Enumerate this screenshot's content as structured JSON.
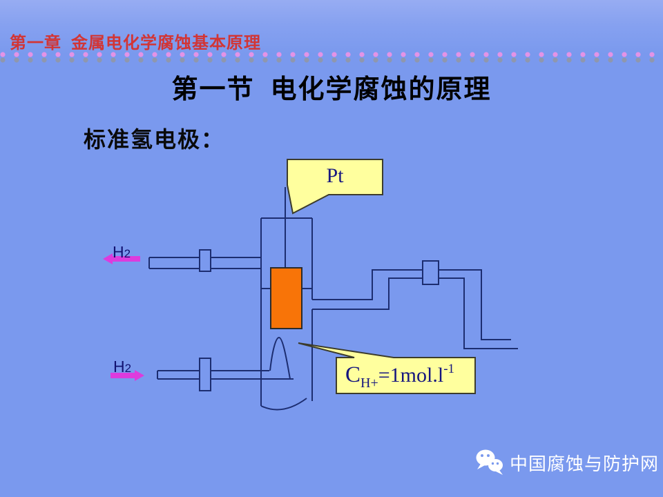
{
  "slide": {
    "header": {
      "text": "第一章  金属电化学腐蚀基本原理"
    },
    "title": "第一节  电化学腐蚀的原理",
    "subtitle": "标准氢电极：",
    "diagram": {
      "pt_callout": "Pt",
      "concentration_callout": {
        "main": "C",
        "sub": "H+",
        "mid": "=1mol.l",
        "sup": "-1"
      },
      "h2_top": {
        "symbol": "H",
        "subscript": "2"
      },
      "h2_bottom": {
        "symbol": "H",
        "subscript": "2"
      }
    },
    "footer": {
      "icon": "wechat",
      "brand": "中国腐蚀与防护网"
    },
    "colors": {
      "bg": "#7a99ee",
      "bg-top": "#97acf2",
      "line": "#1c2d70",
      "red": "#d23535",
      "orange": "#f87408",
      "yellow": "#ffff9e",
      "magenta": "#dd3bdd",
      "navy-text": "#191980",
      "white": "#ffffff",
      "dot-pink": "#e393e6",
      "dot-gray": "#8f97ad"
    }
  }
}
